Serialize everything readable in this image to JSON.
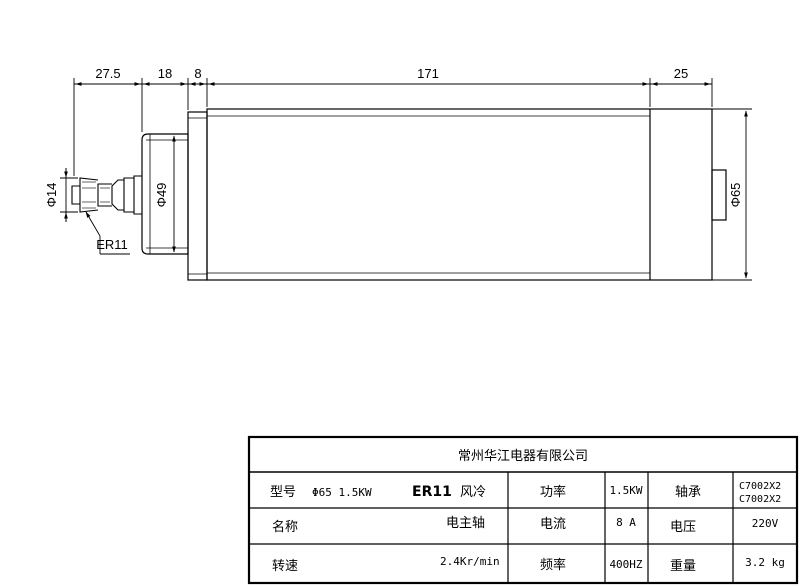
{
  "dimensions": {
    "d1": "27.5",
    "d2": "18",
    "d3": "8",
    "d4": "171",
    "d5": "25",
    "dia14": "Φ14",
    "dia49": "Φ49",
    "dia65": "Φ65",
    "collet": "ER11"
  },
  "title_block": {
    "company": "常州华江电器有限公司",
    "row1": {
      "model_label": "型号",
      "model_value": "Φ65 1.5KW",
      "model_collet": "ER11",
      "model_cooling": "风冷",
      "power_label": "功率",
      "power_value": "1.5KW",
      "bearing_label": "轴承",
      "bearing_value_1": "C7002X2",
      "bearing_value_2": "C7002X2"
    },
    "row2": {
      "name_label": "名称",
      "name_value": "电主轴",
      "current_label": "电流",
      "current_value": "8 A",
      "voltage_label": "电压",
      "voltage_value": "220V"
    },
    "row3": {
      "speed_label": "转速",
      "speed_value": "2.4Kr/min",
      "frequency_label": "频率",
      "frequency_value": "400HZ",
      "weight_label": "重量",
      "weight_value": "3.2 kg"
    }
  }
}
